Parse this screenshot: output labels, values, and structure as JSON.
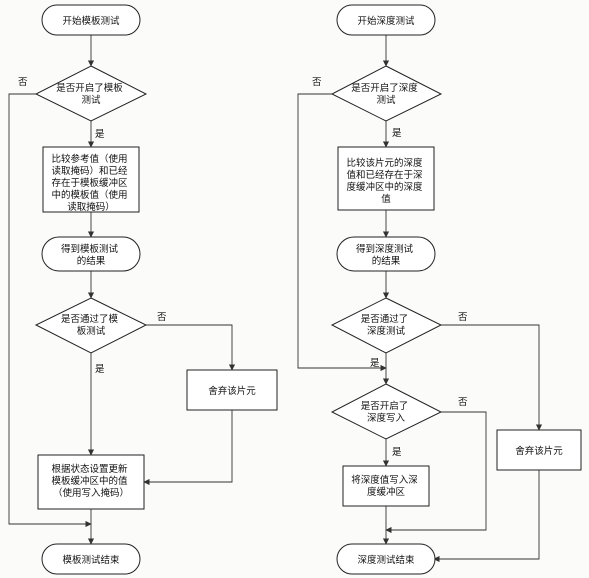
{
  "left": {
    "start": [
      "开始模板测试"
    ],
    "decision_enabled": [
      "是否开启了模板",
      "测试"
    ],
    "compare": [
      "比较参考值（使用",
      "读取掩码）和已经",
      "存在于模板缓冲区",
      "中的模板值（使用",
      "读取掩码）"
    ],
    "result": [
      "得到模板测试",
      "的结果"
    ],
    "decision_passed": [
      "是否通过了模",
      "板测试"
    ],
    "discard": [
      "舍弃该片元"
    ],
    "update": [
      "根据状态设置更新",
      "模板缓冲区中的值",
      "（使用写入掩码）"
    ],
    "end": [
      "模板测试结束"
    ],
    "labels": {
      "no_enabled": "否",
      "yes_enabled": "是",
      "yes_passed": "是",
      "no_passed": "否"
    }
  },
  "right": {
    "start": [
      "开始深度测试"
    ],
    "decision_enabled": [
      "是否开启了深度",
      "测试"
    ],
    "compare": [
      "比较该片元的深度",
      "值和已经存在于深",
      "度缓冲区中的深度",
      "值"
    ],
    "result": [
      "得到深度测试",
      "的结果"
    ],
    "decision_passed": [
      "是否通过了",
      "深度测试"
    ],
    "decision_write": [
      "是否开启了",
      "深度写入"
    ],
    "write": [
      "将深度值写入深",
      "度缓冲区"
    ],
    "discard": [
      "舍弃该片元"
    ],
    "end": [
      "深度测试结束"
    ],
    "labels": {
      "no_enabled": "否",
      "yes_enabled": "是",
      "no_passed": "否",
      "yes_passed": "是",
      "yes_write": "是",
      "no_write": "否"
    }
  },
  "colors": {
    "stroke": "#222222",
    "fill": "#ffffff",
    "background": "#fbfbfa"
  }
}
